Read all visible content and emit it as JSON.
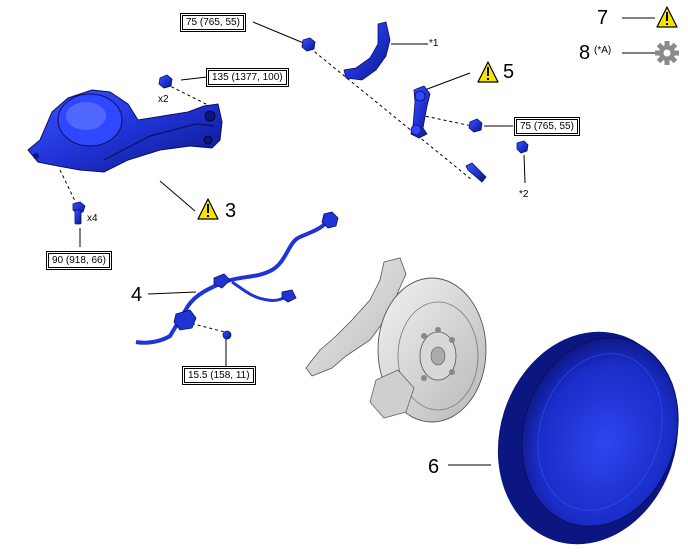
{
  "torque_specs": {
    "t1": "75 (765, 55)",
    "t2": "135 (1377, 100)",
    "t3": "75 (765, 55)",
    "t4": "90 (918, 66)",
    "t5": "15.5 (158, 11)"
  },
  "part_numbers": {
    "p3": "3",
    "p4": "4",
    "p5": "5",
    "p6": "6"
  },
  "callouts": {
    "c1": "*1",
    "c2": "*2",
    "x2": "x2",
    "x4": "x4"
  },
  "legend": {
    "item7_number": "7",
    "item8_number": "8",
    "item8_note": "(*A)"
  },
  "colors": {
    "part_blue": "#1f33d6",
    "caution_yellow": "#f5e400",
    "gear_gray": "#8a8a8a"
  },
  "icons": [
    "caution-icon",
    "gear-icon"
  ]
}
